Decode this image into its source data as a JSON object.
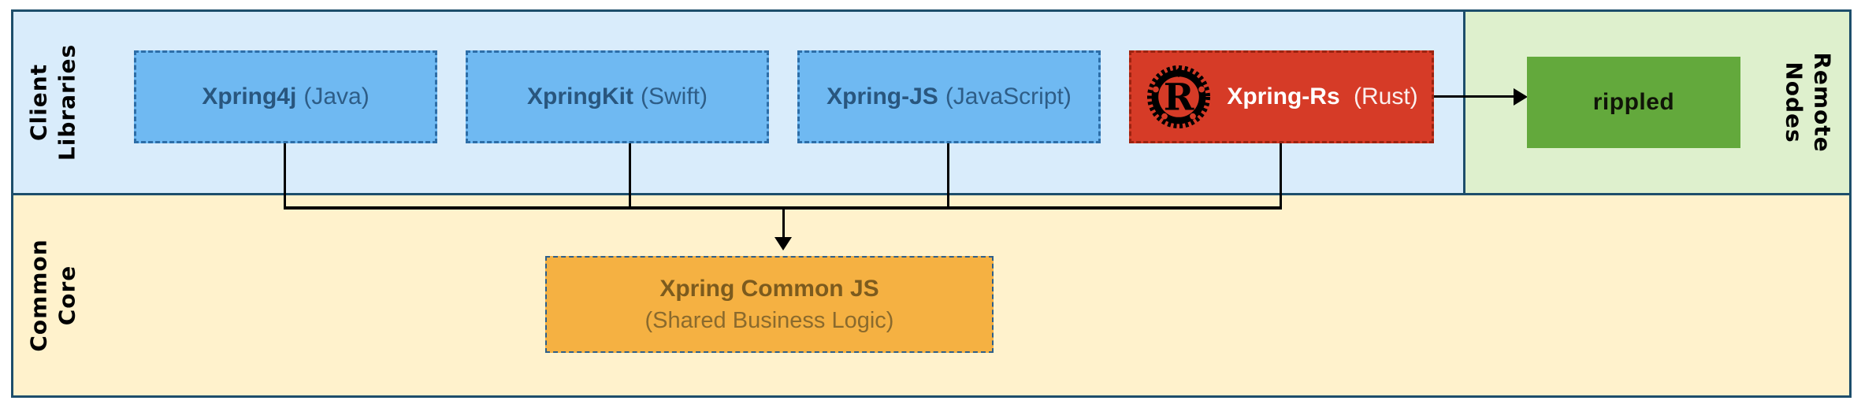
{
  "diagram": {
    "regions": {
      "client_libraries": {
        "line1": "Client",
        "line2": "Libraries",
        "bg": "#d9ecfb",
        "border": "#1d4e6b"
      },
      "remote_nodes": {
        "line1": "Remote",
        "line2": "Nodes",
        "bg": "#def0cd",
        "border": "#1d4e6b"
      },
      "common_core": {
        "line1": "Common",
        "line2": "Core",
        "bg": "#fff2cc",
        "border": "#1d4e6b"
      }
    },
    "nodes": {
      "xpring4j": {
        "name": "Xpring4j",
        "lang": "(Java)",
        "bg": "#6fb9f2",
        "border": "#2d6ea8",
        "text": "#29567e"
      },
      "xpringkit": {
        "name": "XpringKit",
        "lang": "(Swift)",
        "bg": "#6fb9f2",
        "border": "#2d6ea8",
        "text": "#29567e"
      },
      "xpringjs": {
        "name": "Xpring-JS",
        "lang": "(JavaScript)",
        "bg": "#6fb9f2",
        "border": "#2d6ea8",
        "text": "#29567e"
      },
      "xpringrs": {
        "name": "Xpring-Rs",
        "lang": "(Rust)",
        "bg": "#d63b27",
        "border": "#9c2310",
        "text": "#ffffff",
        "icon": "rust-logo-icon"
      },
      "rippled": {
        "name": "rippled",
        "bg": "#63a93c",
        "text": "#101408"
      },
      "xpring_common_js": {
        "name": "Xpring Common JS",
        "subtitle": "(Shared Business Logic)",
        "bg": "#f5b142",
        "border": "#2e5f8a",
        "text": "#7c5b1e"
      }
    },
    "edges": [
      {
        "from": "xpring4j",
        "to": "xpring_common_js"
      },
      {
        "from": "xpringkit",
        "to": "xpring_common_js"
      },
      {
        "from": "xpringjs",
        "to": "xpring_common_js"
      },
      {
        "from": "xpringrs",
        "to": "xpring_common_js"
      },
      {
        "from": "xpringrs",
        "to": "rippled",
        "arrow": true
      }
    ],
    "connector_color": "#000000"
  }
}
